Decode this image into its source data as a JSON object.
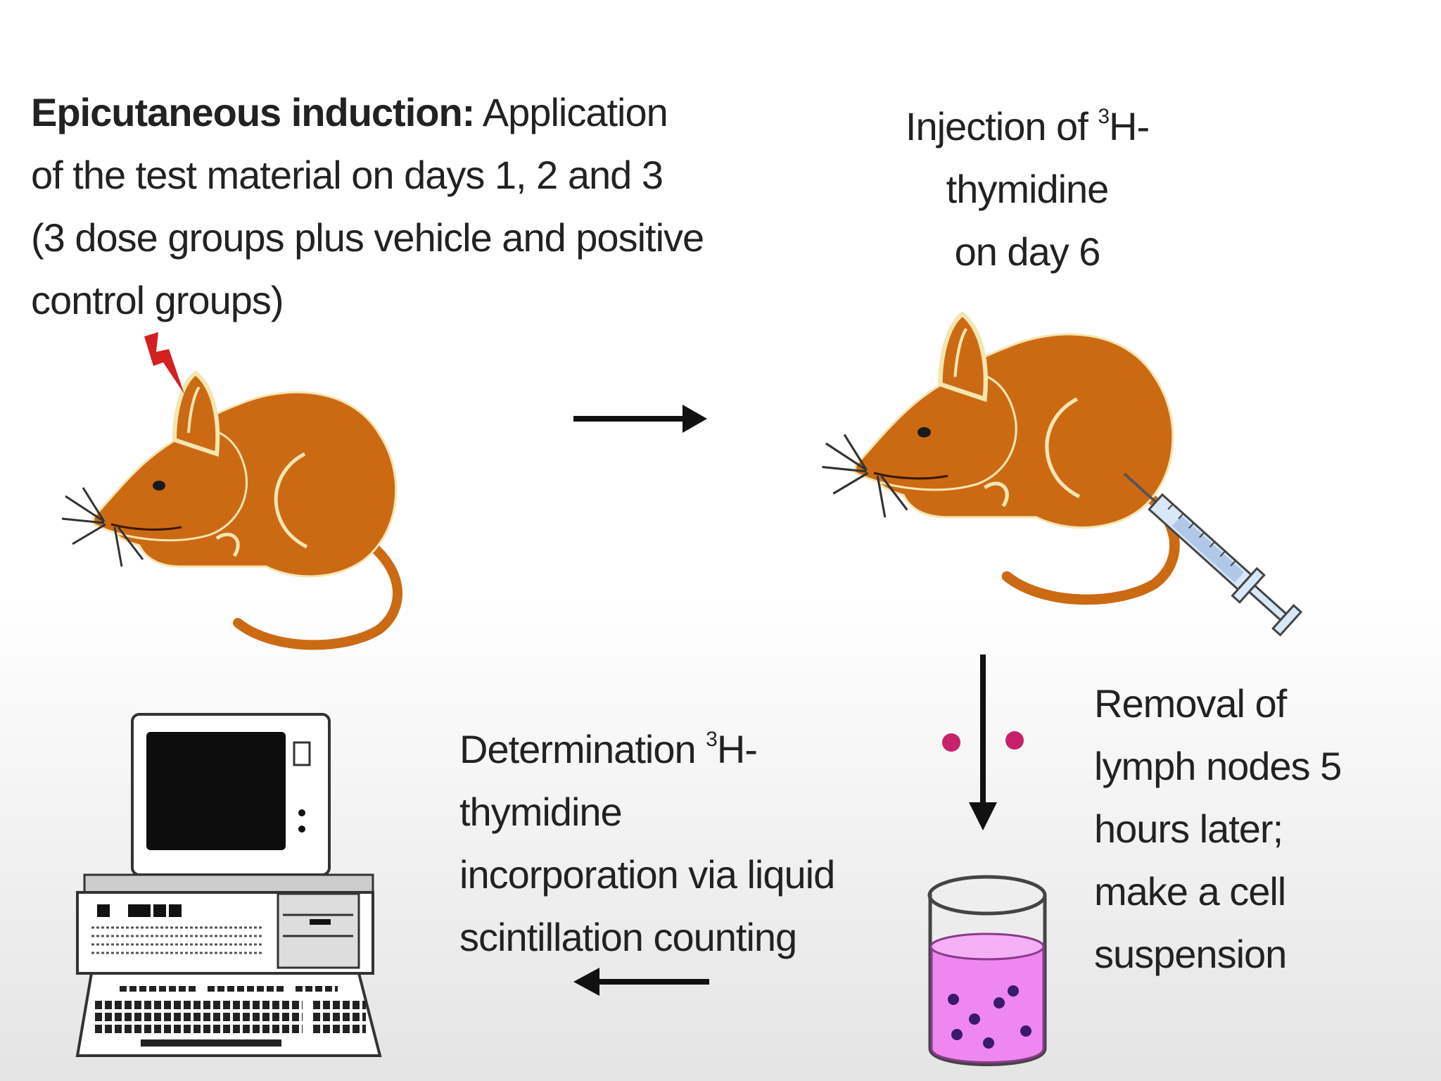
{
  "steps": {
    "induction": {
      "heading": "Epicutaneous induction:",
      "line1_rest": " Application",
      "line2": "of the test material on days 1, 2 and 3",
      "line3": "(3 dose groups plus vehicle and positive",
      "line4": "control groups)"
    },
    "injection": {
      "line1_pre": "Injection of ",
      "sup": "3",
      "line1_post": "H-",
      "line2": "thymidine",
      "line3": "on day 6"
    },
    "removal": {
      "line1": "Removal of",
      "line2": "lymph nodes 5",
      "line3": "hours later;",
      "line4": "make a cell",
      "line5": "suspension"
    },
    "determination": {
      "line1_pre": "Determination ",
      "sup": "3",
      "line1_post": "H-",
      "line2": "thymidine",
      "line3": "incorporation via liquid",
      "line4": "scintillation counting"
    }
  },
  "colors": {
    "mouse_fill": "#cc6a14",
    "mouse_outline": "#f3e6b0",
    "mark_red": "#d42020",
    "dots_magenta": "#c8206a",
    "liquid_pink": "#ee88ee",
    "arrow_black": "#111111"
  },
  "icons": [
    "mouse",
    "mouse",
    "syringe",
    "beaker",
    "computer",
    "arrow-right",
    "arrow-down",
    "arrow-left"
  ]
}
